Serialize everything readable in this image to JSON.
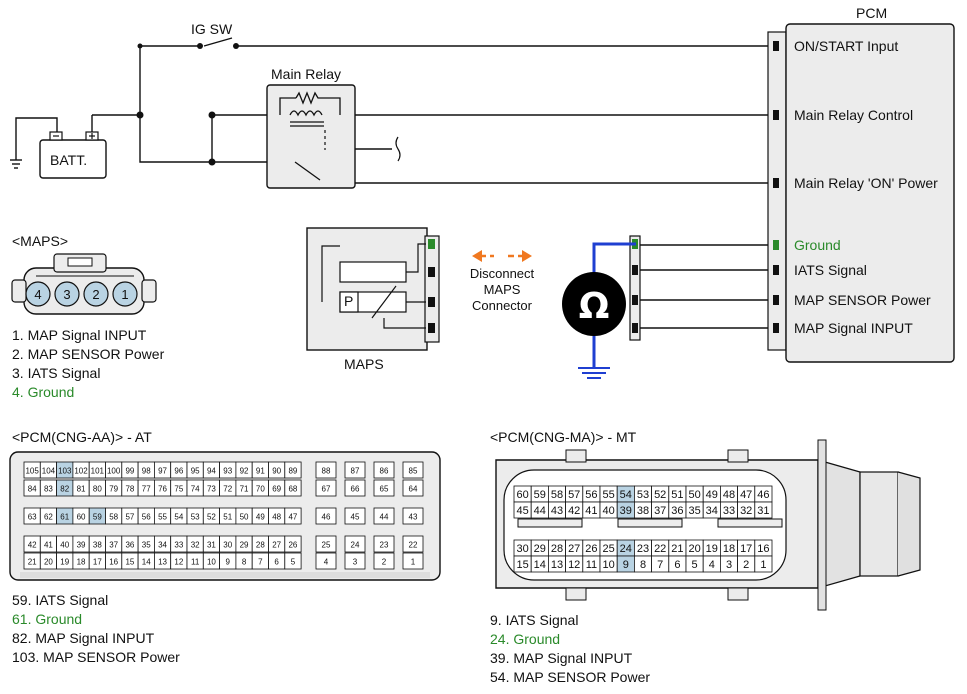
{
  "colors": {
    "ground": "#2a8a2a",
    "highlight": "#b9d3e3",
    "probe_wire": "#1f3fd1",
    "arrow": "#f07820",
    "line": "#111111"
  },
  "top": {
    "ig_sw": "IG SW",
    "main_relay": "Main Relay",
    "batt": "BATT.",
    "pcm": "PCM",
    "pcm_pins": [
      "ON/START Input",
      "Main Relay Control",
      "Main Relay 'ON' Power",
      "Ground",
      "IATS Signal",
      "MAP SENSOR Power",
      "MAP Signal  INPUT"
    ]
  },
  "maps_connector": {
    "title": "<MAPS>",
    "pins": [
      "4",
      "3",
      "2",
      "1"
    ],
    "legend": [
      "1. MAP Signal  INPUT",
      "2. MAP SENSOR Power",
      "3. IATS Signal",
      "4. Ground"
    ]
  },
  "maps_sensor": {
    "label": "MAPS",
    "p": "P"
  },
  "disconnect": {
    "line1": "Disconnect",
    "line2": "MAPS",
    "line3": "Connector"
  },
  "ohm_icon": "Ω",
  "pcm_at": {
    "title": "<PCM(CNG-AA)> - AT",
    "legend": [
      "59. IATS Signal",
      "61. Ground",
      "82. MAP Signal  INPUT",
      "103. MAP SENSOR Power"
    ],
    "highlighted": [
      "103",
      "82",
      "61",
      "59"
    ],
    "block_rows": [
      [
        "105",
        "104",
        "103",
        "102",
        "101",
        "100",
        "99",
        "98",
        "97",
        "96",
        "95",
        "94",
        "93",
        "92",
        "91",
        "90",
        "89"
      ],
      [
        "84",
        "83",
        "82",
        "81",
        "80",
        "79",
        "78",
        "77",
        "76",
        "75",
        "74",
        "73",
        "72",
        "71",
        "70",
        "69",
        "68"
      ],
      [
        "63",
        "62",
        "61",
        "60",
        "59",
        "58",
        "57",
        "56",
        "55",
        "54",
        "53",
        "52",
        "51",
        "50",
        "49",
        "48",
        "47"
      ],
      [
        "42",
        "41",
        "40",
        "39",
        "38",
        "37",
        "36",
        "35",
        "34",
        "33",
        "32",
        "31",
        "30",
        "29",
        "28",
        "27",
        "26"
      ],
      [
        "21",
        "20",
        "19",
        "18",
        "17",
        "16",
        "15",
        "14",
        "13",
        "12",
        "11",
        "10",
        "9",
        "8",
        "7",
        "6",
        "5"
      ]
    ],
    "side_rows": [
      [
        "88",
        "87",
        "86",
        "85"
      ],
      [
        "67",
        "66",
        "65",
        "64"
      ],
      [
        "46",
        "45",
        "44",
        "43"
      ],
      [
        "25",
        "24",
        "23",
        "22"
      ],
      [
        "4",
        "3",
        "2",
        "1"
      ]
    ]
  },
  "pcm_mt": {
    "title": "<PCM(CNG-MA)> - MT",
    "legend": [
      "9. IATS Signal",
      "24. Ground",
      "39. MAP Signal  INPUT",
      "54. MAP SENSOR Power"
    ],
    "highlighted": [
      "54",
      "39",
      "24",
      "9"
    ],
    "rows": [
      [
        "60",
        "59",
        "58",
        "57",
        "56",
        "55",
        "54",
        "53",
        "52",
        "51",
        "50",
        "49",
        "48",
        "47",
        "46"
      ],
      [
        "45",
        "44",
        "43",
        "42",
        "41",
        "40",
        "39",
        "38",
        "37",
        "36",
        "35",
        "34",
        "33",
        "32",
        "31"
      ],
      [
        "30",
        "29",
        "28",
        "27",
        "26",
        "25",
        "24",
        "23",
        "22",
        "21",
        "20",
        "19",
        "18",
        "17",
        "16"
      ],
      [
        "15",
        "14",
        "13",
        "12",
        "11",
        "10",
        "9",
        "8",
        "7",
        "6",
        "5",
        "4",
        "3",
        "2",
        "1"
      ]
    ]
  }
}
